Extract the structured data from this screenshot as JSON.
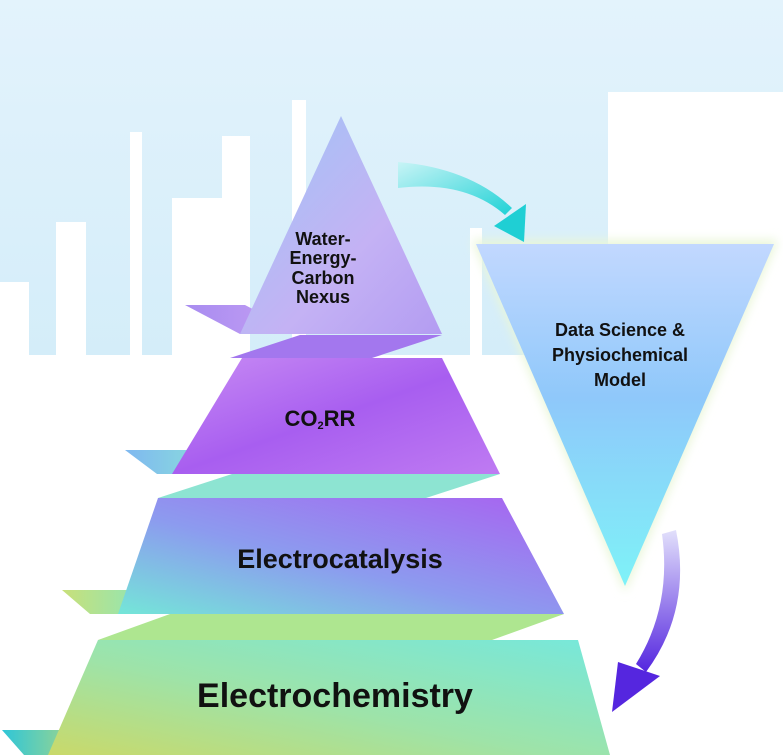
{
  "pyramid": {
    "tier1": {
      "lines": [
        "Water-",
        "Energy-",
        "Carbon",
        "Nexus"
      ]
    },
    "tier2": {
      "main": "CO",
      "sub": "2",
      "suffix": "RR"
    },
    "tier3": {
      "label": "Electrocatalysis"
    },
    "tier4": {
      "label": "Electrochemistry"
    }
  },
  "funnel": {
    "lines": [
      "Data Science &",
      "Physiochemical",
      "Model"
    ]
  },
  "colors": {
    "skyline": "#dcf0fb",
    "tier1": "#c8b4f4",
    "tier2": "#b06af0",
    "tier3": "#8f8ff0",
    "tier4": "#8fe6c8",
    "funnel_top": "#b8d6ff",
    "funnel_bottom": "#7ef0f8",
    "arrow_top": "#27d6da",
    "arrow_bottom": "#5a2be0"
  }
}
